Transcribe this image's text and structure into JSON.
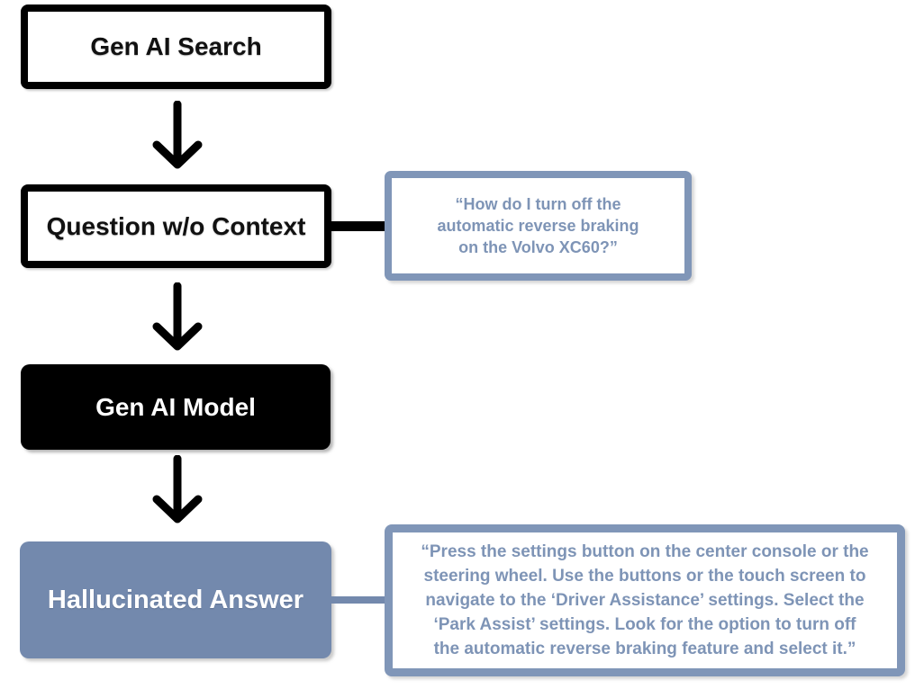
{
  "diagram": {
    "type": "flowchart",
    "nodes": [
      {
        "id": "gen-ai-search",
        "label": "Gen AI Search",
        "style": "outlined"
      },
      {
        "id": "question-wo-context",
        "label": "Question w/o Context",
        "style": "outlined"
      },
      {
        "id": "gen-ai-model",
        "label": "Gen AI Model",
        "style": "black-fill"
      },
      {
        "id": "hallucinated-answer",
        "label": "Hallucinated Answer",
        "style": "blue-fill"
      }
    ],
    "edges": [
      {
        "from": "gen-ai-search",
        "to": "question-wo-context",
        "type": "down-arrow"
      },
      {
        "from": "question-wo-context",
        "to": "gen-ai-model",
        "type": "down-arrow"
      },
      {
        "from": "gen-ai-model",
        "to": "hallucinated-answer",
        "type": "down-arrow"
      },
      {
        "from": "question-wo-context",
        "to": "question-callout",
        "type": "plain-line",
        "color": "#000000"
      },
      {
        "from": "hallucinated-answer",
        "to": "answer-callout",
        "type": "plain-line",
        "color": "#7389ad"
      }
    ],
    "callouts": [
      {
        "id": "question-callout",
        "text": "“How do I turn off the\nautomatic reverse braking\non the Volvo XC60?”"
      },
      {
        "id": "answer-callout",
        "text": "“Press the settings button on the center console or the\nsteering wheel. Use the buttons or the touch screen to\nnavigate to the ‘Driver Assistance’ settings. Select the\n‘Park Assist’ settings. Look for the option to turn off\nthe automatic reverse braking feature and select it.”"
      }
    ],
    "colors": {
      "accent-blue": "#7389ad",
      "callout-border": "#8096b8",
      "callout-text": "#7e94b6",
      "black": "#000000"
    }
  }
}
